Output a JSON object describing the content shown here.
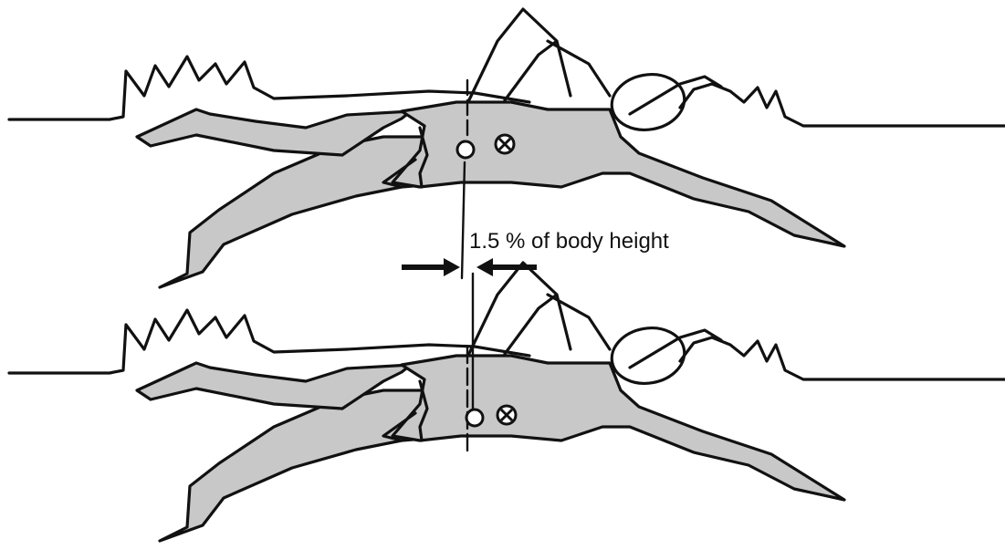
{
  "annotation": {
    "label": "1.5 % of body height"
  },
  "figures": [
    {
      "id": "top-swimmer"
    },
    {
      "id": "bottom-swimmer"
    }
  ],
  "colors": {
    "body_fill": "#c8c8c8",
    "ink": "#111111",
    "background": "#ffffff"
  },
  "markers": {
    "center_of_buoyancy_icon": "open-circle",
    "center_of_mass_icon": "circle-with-x"
  }
}
